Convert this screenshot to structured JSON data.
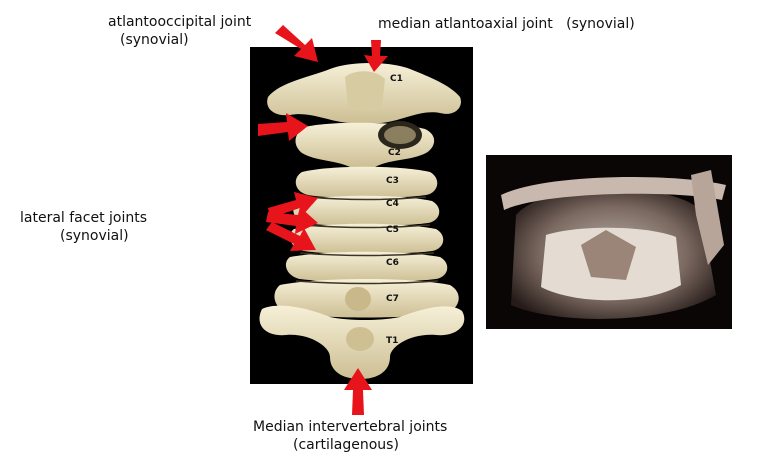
{
  "labels": {
    "atlantooccipital_line1": "atlantooccipital joint",
    "atlantooccipital_line2": "(synovial)",
    "median_atlantoaxial": "median atlantoaxial joint   (synovial)",
    "lateral_facet_line1": "lateral facet joints",
    "lateral_facet_line2": "(synovial)",
    "intervertebral_line1": "Median intervertebral joints",
    "intervertebral_line2": "(cartilagenous)"
  },
  "vertebrae": [
    "C1",
    "C2",
    "C3",
    "C4",
    "C5",
    "C6",
    "C7",
    "T1"
  ],
  "colors": {
    "arrow": "#e8141b",
    "bone": "#efe7c8",
    "bone_shadow": "#b9ad86",
    "photo_bg": "#000000"
  }
}
